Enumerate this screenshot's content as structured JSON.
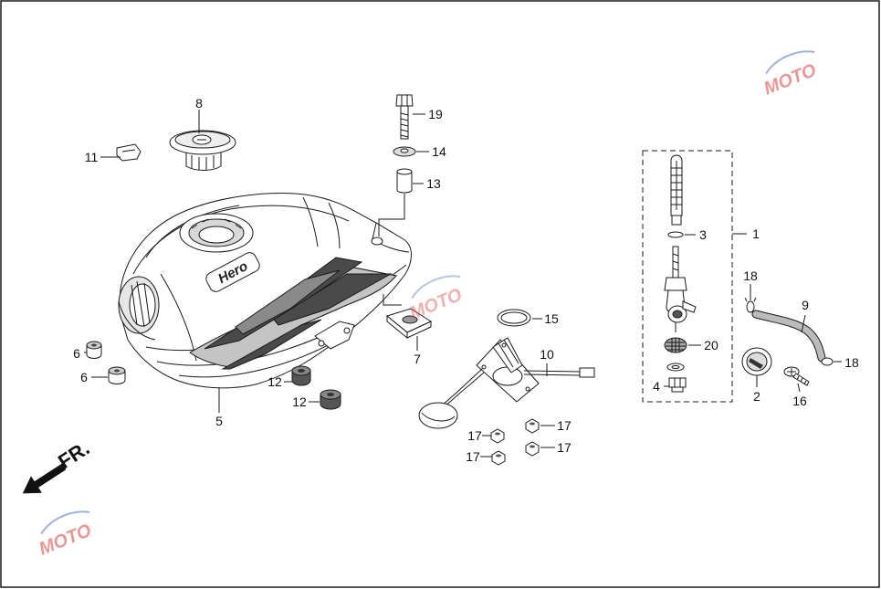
{
  "callouts": [
    "8",
    "11",
    "19",
    "14",
    "13",
    "3",
    "1",
    "18",
    "9",
    "15",
    "20",
    "18",
    "6",
    "7",
    "10",
    "6",
    "12",
    "4",
    "2",
    "16",
    "12",
    "5",
    "17",
    "17",
    "17",
    "17"
  ],
  "direction_label": "FR.",
  "tank_logo": "Hero",
  "watermark_text": "MOTO",
  "colors": {
    "line": "#1a1a1a",
    "stripe_dark": "#4a4a4a",
    "stripe_mid": "#8a8a8a",
    "stripe_light": "#c4c4c4",
    "watermark_red": "#d9534f",
    "watermark_blue": "#5b7fc7"
  }
}
